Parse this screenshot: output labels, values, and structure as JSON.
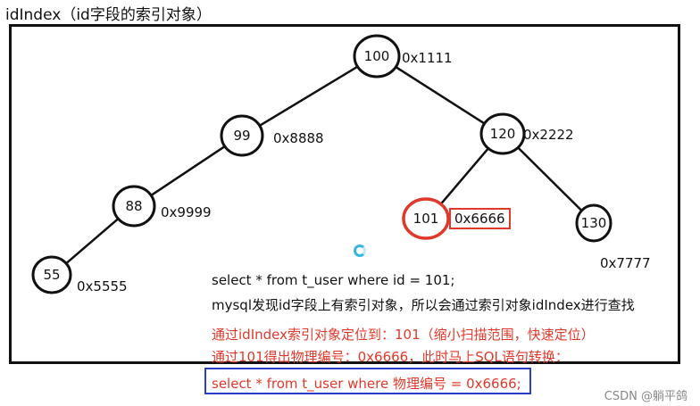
{
  "title": "idIndex（id字段的索引对象）",
  "nodes": [
    {
      "id": "n100",
      "label": "100",
      "addr": "0x1111"
    },
    {
      "id": "n99",
      "label": "99",
      "addr": "0x8888"
    },
    {
      "id": "n120",
      "label": "120",
      "addr": "0x2222"
    },
    {
      "id": "n88",
      "label": "88",
      "addr": "0x9999"
    },
    {
      "id": "n101",
      "label": "101",
      "addr": "0x6666",
      "highlighted": true
    },
    {
      "id": "n130",
      "label": "130",
      "addr": "0x7777"
    },
    {
      "id": "n55",
      "label": "55",
      "addr": "0x5555"
    }
  ],
  "edges": [
    [
      "n100",
      "n99"
    ],
    [
      "n100",
      "n120"
    ],
    [
      "n99",
      "n88"
    ],
    [
      "n88",
      "n55"
    ],
    [
      "n120",
      "n101"
    ],
    [
      "n120",
      "n130"
    ]
  ],
  "text": {
    "line1": "select * from t_user where id = 101;",
    "line2": "mysql发现id字段上有索引对象，所以会通过索引对象idIndex进行查找",
    "line3": "通过idIndex索引对象定位到：101（缩小扫描范围，快速定位）",
    "line4": "通过101得出物理编号：0x6666，此时马上SQL语句转换：",
    "final": "select * from t_user where 物理编号 = 0x6666;"
  },
  "watermark": "CSDN @躺平鸽",
  "colors": {
    "highlight": "#e0392b",
    "final_border": "#2b3ec9",
    "spinner": "#35b6e6"
  }
}
